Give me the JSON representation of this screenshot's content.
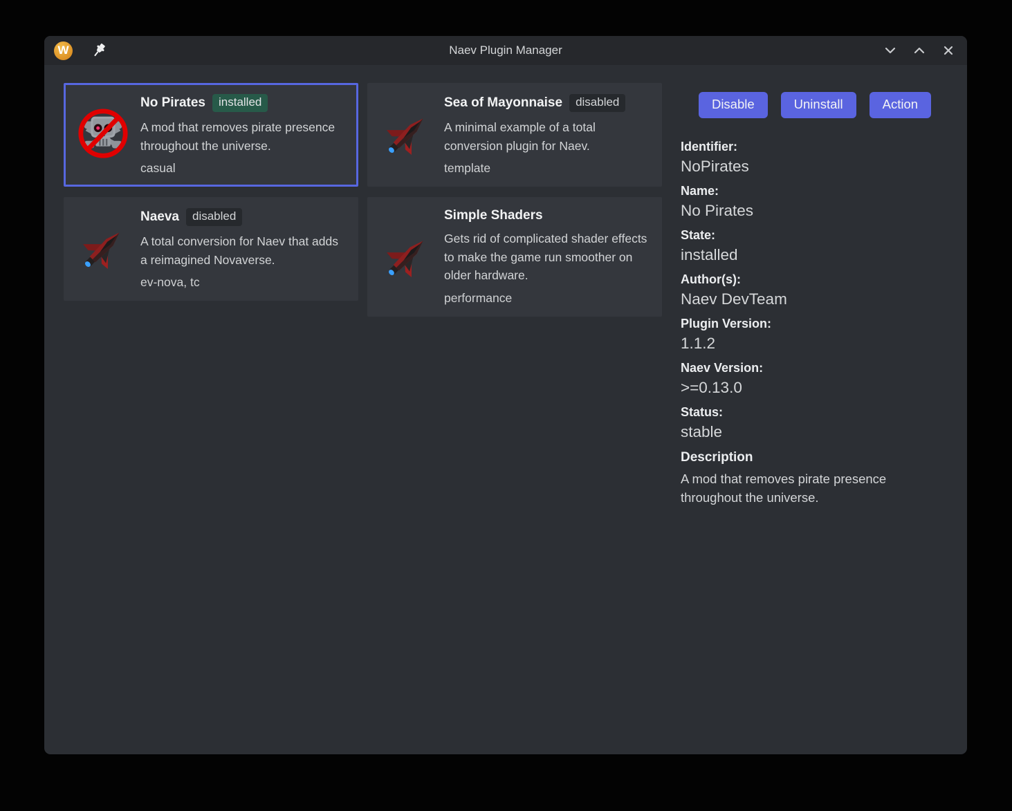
{
  "window": {
    "title": "Naev Plugin Manager",
    "logo_letter": "W"
  },
  "colors": {
    "accent": "#5a64e0",
    "selected_border": "#5767e0",
    "badge_installed_bg": "#275a49",
    "badge_disabled_bg": "#26292d",
    "titlebar_bg": "#26282c",
    "window_bg": "#2c2f34",
    "card_bg": "#34373d",
    "logo_gold": "#dd9226",
    "no_sign_red": "#e00000",
    "engine_blue": "#3aa0ff"
  },
  "icons": {
    "logo": "w-logo-icon",
    "pin": "pushpin-icon",
    "minimize": "chevron-down-icon",
    "maximize": "chevron-up-icon",
    "close": "close-icon",
    "no_pirates": "no-pirates-skull-icon",
    "ship": "spaceship-icon"
  },
  "plugins": [
    {
      "name": "No Pirates",
      "badge": "installed",
      "description": "A mod that removes pirate presence throughout the universe.",
      "tags": "casual",
      "selected": true
    },
    {
      "name": "Sea of Mayonnaise",
      "badge": "disabled",
      "description": "A minimal example of a total conversion plugin for Naev.",
      "tags": "template",
      "selected": false
    },
    {
      "name": "Naeva",
      "badge": "disabled",
      "description": "A total conversion for Naev that adds a reimagined Novaverse.",
      "tags": "ev-nova, tc",
      "selected": false
    },
    {
      "name": "Simple Shaders",
      "badge": "",
      "description": "Gets rid of complicated shader effects to make the game run smoother on older hardware.",
      "tags": "performance",
      "selected": false
    }
  ],
  "detail": {
    "buttons": [
      {
        "label": "Disable"
      },
      {
        "label": "Uninstall"
      },
      {
        "label": "Action"
      }
    ],
    "fields": [
      {
        "label": "Identifier:",
        "value": "NoPirates"
      },
      {
        "label": "Name:",
        "value": "No Pirates"
      },
      {
        "label": "State:",
        "value": "installed"
      },
      {
        "label": "Author(s):",
        "value": "Naev DevTeam"
      },
      {
        "label": "Plugin Version:",
        "value": "1.1.2"
      },
      {
        "label": "Naev Version:",
        "value": ">=0.13.0"
      },
      {
        "label": "Status:",
        "value": "stable"
      }
    ],
    "description_label": "Description",
    "description_value": "A mod that removes pirate presence throughout the universe."
  }
}
